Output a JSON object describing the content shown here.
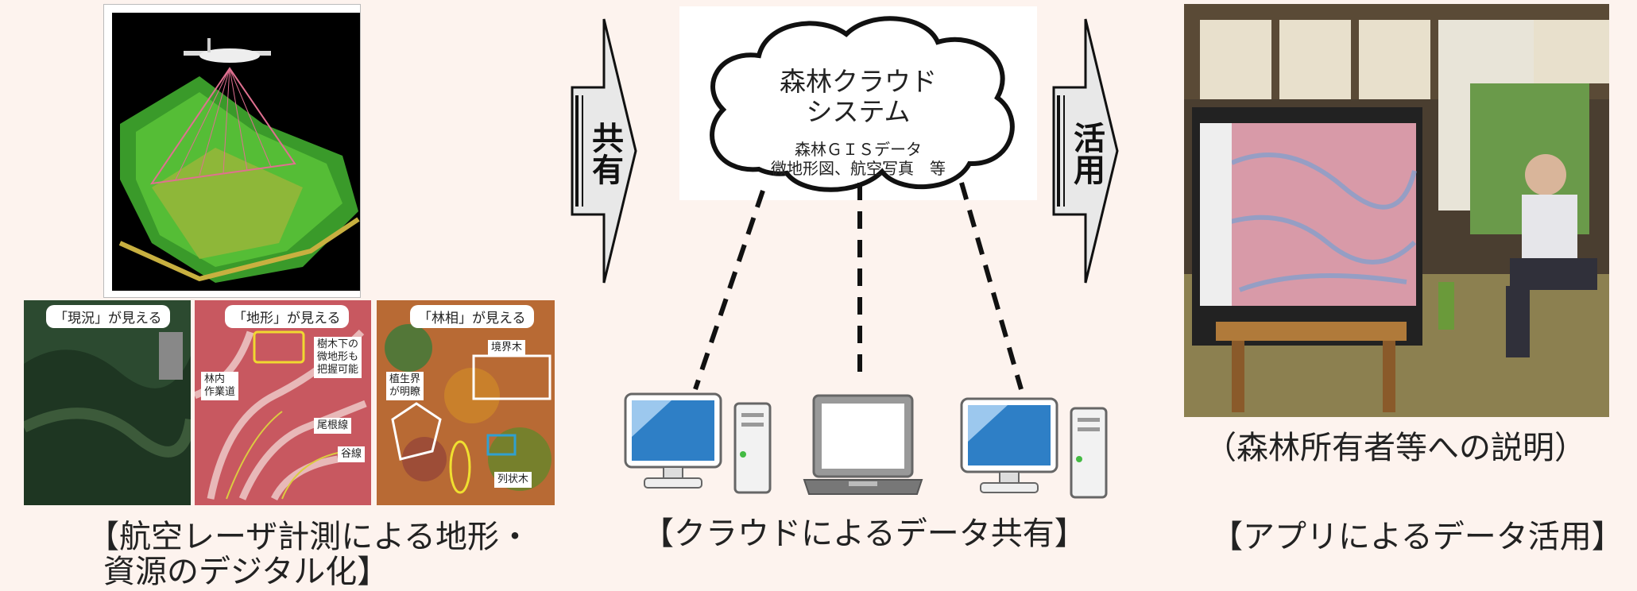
{
  "left": {
    "caption_line1": "【航空レーザ計測による地形・",
    "caption_line2": "資源のデジタル化】",
    "panels": [
      {
        "label": "「現況」が見える"
      },
      {
        "label": "「地形」が見える",
        "annotations": [
          "樹木下の\n微地形も\n把握可能",
          "林内\n作業道",
          "尾根線",
          "谷線"
        ]
      },
      {
        "label": "「林相」が見える",
        "annotations": [
          "境界木",
          "植生界\nが明瞭",
          "列状木"
        ]
      }
    ]
  },
  "arrows": {
    "share": "共有",
    "use": "活用"
  },
  "center": {
    "cloud_title_line1": "森林クラウド",
    "cloud_title_line2": "システム",
    "cloud_sub_line1": "森林ＧＩＳデータ",
    "cloud_sub_line2": "微地形図、航空写真　等",
    "caption": "【クラウドによるデータ共有】"
  },
  "right": {
    "note": "（森林所有者等への説明）",
    "caption": "【アプリによるデータ活用】"
  }
}
